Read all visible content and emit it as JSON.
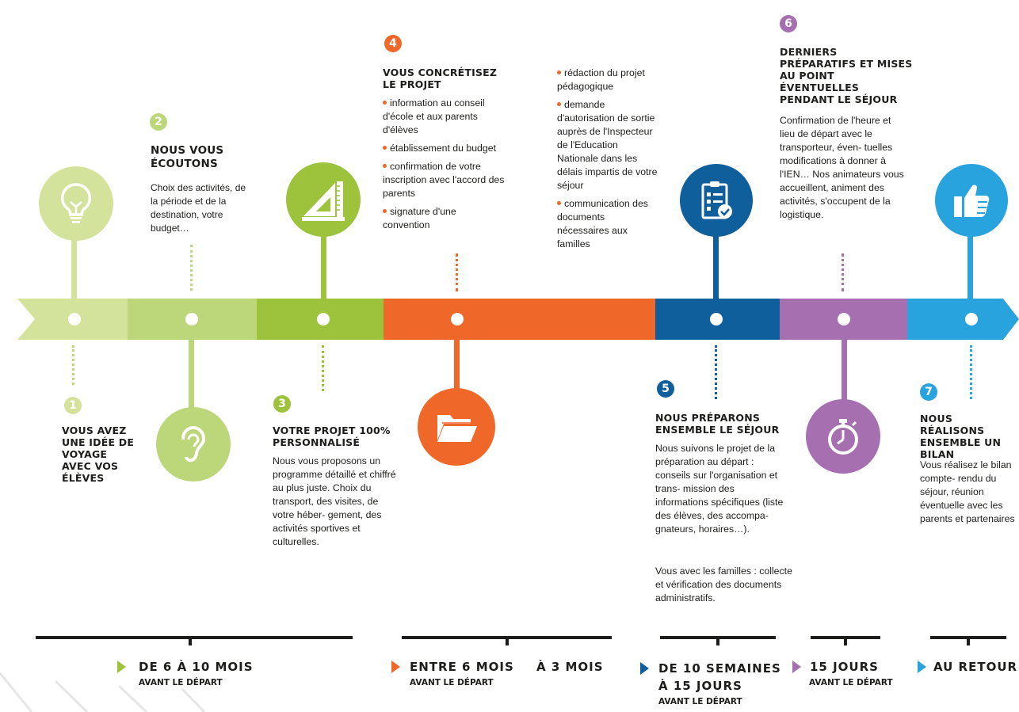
{
  "colors": {
    "c1": "#d4e39c",
    "c2": "#bcd67a",
    "c3": "#9cc33b",
    "c4": "#f0672a",
    "c5": "#0f5f9c",
    "c6": "#a66fb0",
    "c7": "#29a3dd"
  },
  "steps": [
    {
      "number": "1",
      "title": "VOUS AVEZ UNE IDÉE DE VOYAGE AVEC VOS ÉLÈVES",
      "icon": "lightbulb-icon"
    },
    {
      "number": "2",
      "title": "NOUS VOUS ÉCOUTONS",
      "text": "Choix des activités, de la période et de la destination, votre budget…",
      "icon": "ear-icon"
    },
    {
      "number": "3",
      "title": "VOTRE PROJET 100% PERSONNALISÉ",
      "text": "Nous vous proposons un programme détaillé et chiffré au plus juste. Choix du transport, des visites, de votre héber- gement, des activités sportives et culturelles.",
      "icon": "ruler-triangle-icon"
    },
    {
      "number": "4",
      "title": "VOUS CONCRÉTISEZ LE PROJET",
      "bullets": [
        "information au conseil d'école et aux parents d'élèves",
        "établissement du budget",
        "confirmation de votre inscription avec l'accord des parents",
        "signature d'une convention",
        "rédaction du projet pédagogique",
        "demande d'autorisation de sortie auprès de l'Inspecteur de l'Education Nationale dans les délais impartis de votre séjour",
        "communication des documents nécessaires aux familles"
      ],
      "icon": "folder-icon"
    },
    {
      "number": "5",
      "title": "NOUS PRÉPARONS ENSEMBLE LE SÉJOUR",
      "text": "Nous suivons le projet de la préparation au départ : conseils sur l'organisation et trans- mission des informations spécifiques (liste des élèves, des accompa- gnateurs, horaires…).",
      "text2": "Vous avec les familles : collecte et vérification des documents administratifs.",
      "icon": "checklist-icon"
    },
    {
      "number": "6",
      "title": "DERNIERS PRÉPARATIFS ET MISES AU POINT ÉVENTUELLES PENDANT LE SÉJOUR",
      "text": "Confirmation de l'heure et lieu de départ avec le transporteur, éven- tuelles modifications à donner à l'IEN… Nos animateurs vous accueillent, animent des activités, s'occupent de la logistique.",
      "icon": "stopwatch-icon"
    },
    {
      "number": "7",
      "title": "NOUS RÉALISONS ENSEMBLE UN BILAN",
      "text": "Vous réalisez le bilan compte- rendu du séjour, réunion éventuelle avec les parents et partenaires",
      "icon": "thumbs-up-icon"
    }
  ],
  "periods": [
    {
      "label": "DE 6 À 10 MOIS",
      "sub": "AVANT LE DÉPART",
      "color": "#9cc33b"
    },
    {
      "label": "ENTRE 6 MOIS",
      "label2": "À 3 MOIS",
      "sub": "AVANT LE DÉPART",
      "color": "#f0672a"
    },
    {
      "label": "DE 10 SEMAINES",
      "label2": "À 15 JOURS",
      "sub": "AVANT LE DÉPART",
      "color": "#0f5f9c"
    },
    {
      "label": "15 JOURS",
      "sub": "AVANT LE DÉPART",
      "color": "#a66fb0"
    },
    {
      "label": "AU RETOUR",
      "color": "#29a3dd"
    }
  ]
}
